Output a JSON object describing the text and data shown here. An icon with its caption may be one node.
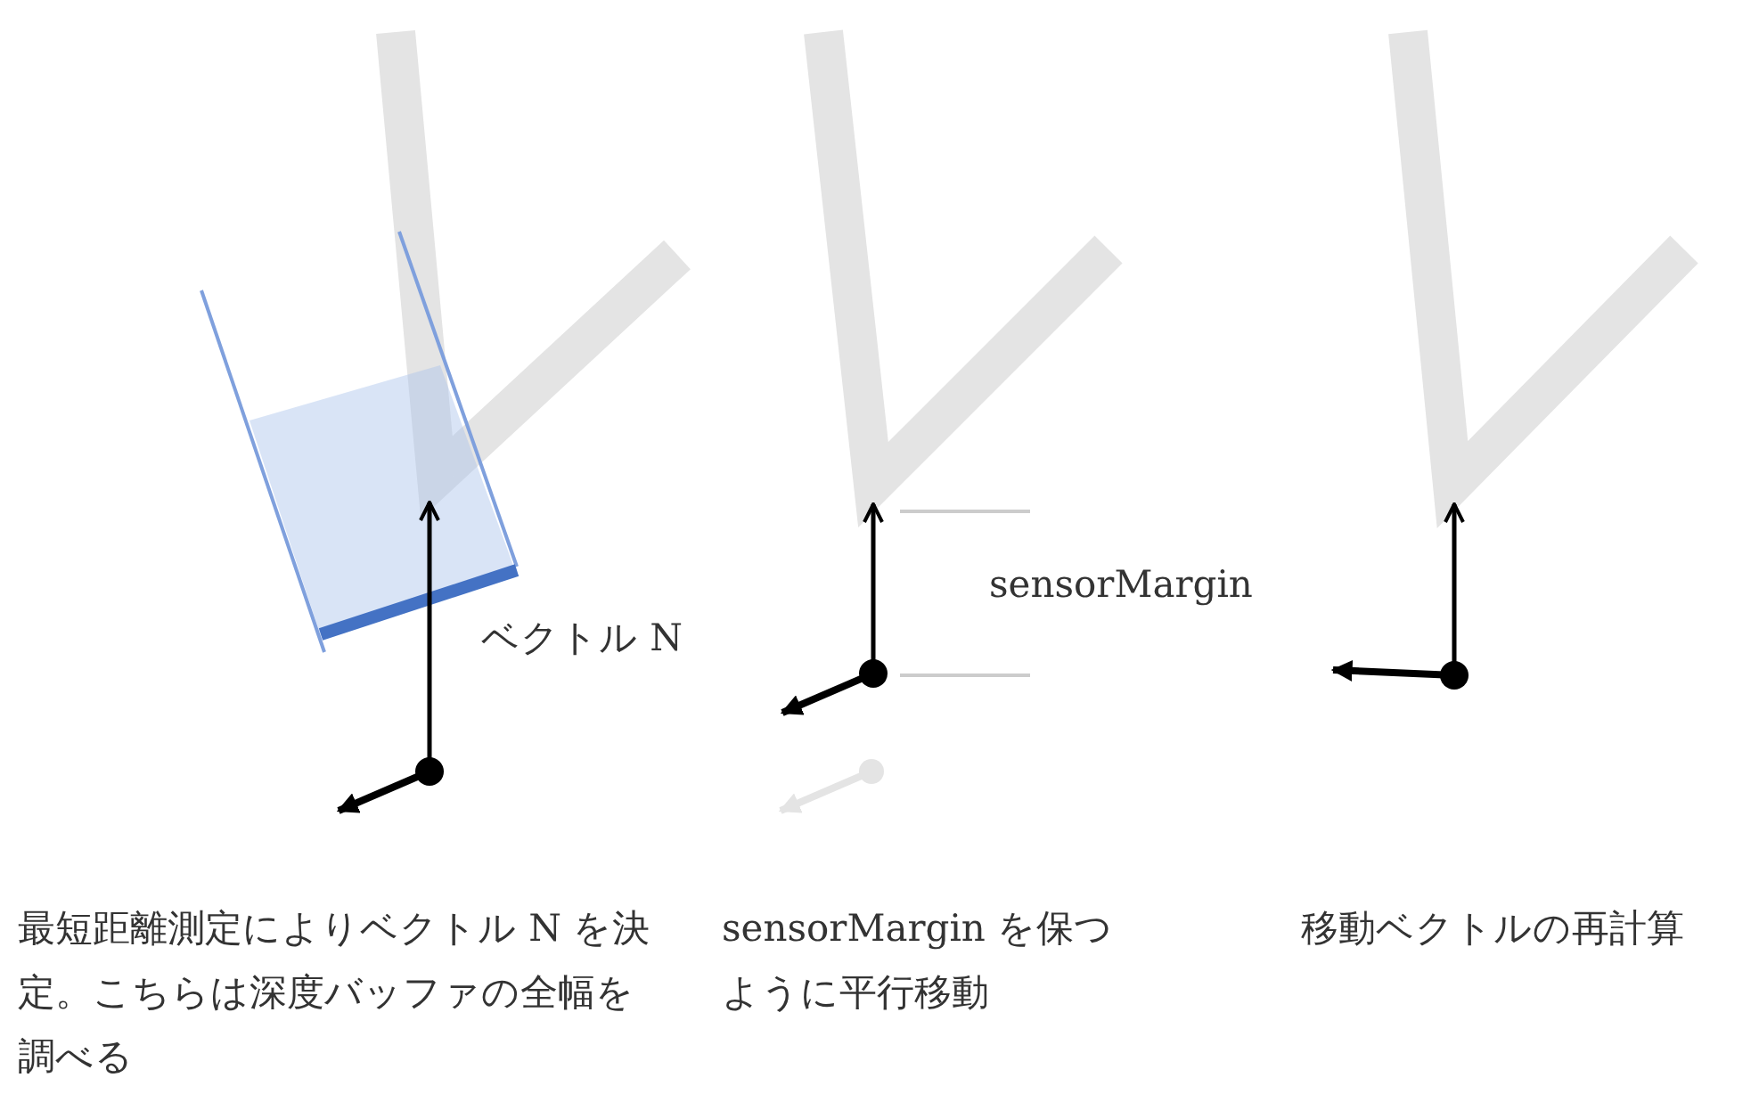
{
  "diagram": {
    "labels": [
      "ベクトル N",
      "sensorMargin",
      "最短距離測定によりベクトル N を決定。こちらは深度バッファの全幅を調べる",
      "sensorMargin を保つように平行移動",
      "移動ベクトルの再計算"
    ]
  }
}
